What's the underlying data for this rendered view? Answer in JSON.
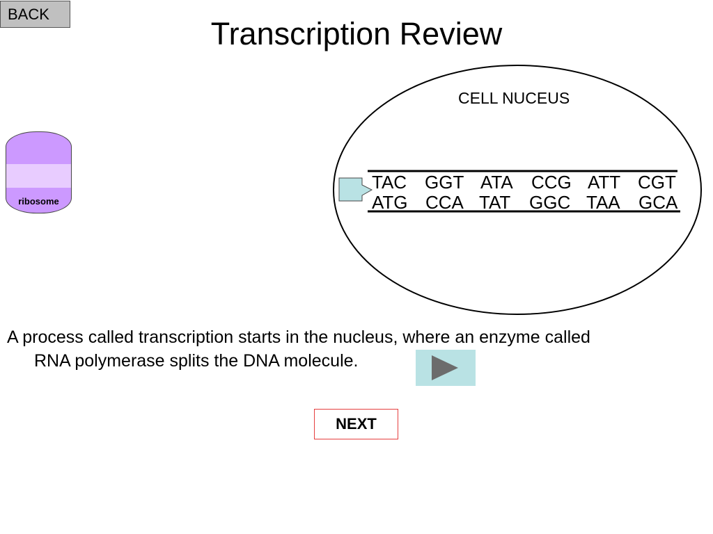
{
  "nav": {
    "back_label": "BACK",
    "next_label": "NEXT"
  },
  "page": {
    "title": "Transcription Review"
  },
  "ribosome": {
    "label": "ribosome"
  },
  "nucleus": {
    "label": "CELL NUCEUS",
    "dna_top": [
      "TAC",
      "GGT",
      "ATA",
      "CCG",
      "ATT",
      "CGT"
    ],
    "dna_bottom": [
      "ATG",
      "CCA",
      "TAT",
      "GGC",
      "TAA",
      "GCA"
    ]
  },
  "caption": {
    "line1": "A process called transcription starts in the nucleus, where an enzyme called",
    "line2": "RNA polymerase splits the DNA molecule."
  },
  "colors": {
    "ribosome": "#cc99ff",
    "ribosome_band": "#e8ccff",
    "enzyme": "#b9e2e4",
    "play_button": "#b9e2e4",
    "play_triangle": "#6c6c6c",
    "next_border": "#e53e3e",
    "back_button": "#c0c0c0"
  },
  "icons": {
    "play": "play-triangle-icon",
    "enzyme": "rna-polymerase-arrow-icon"
  }
}
